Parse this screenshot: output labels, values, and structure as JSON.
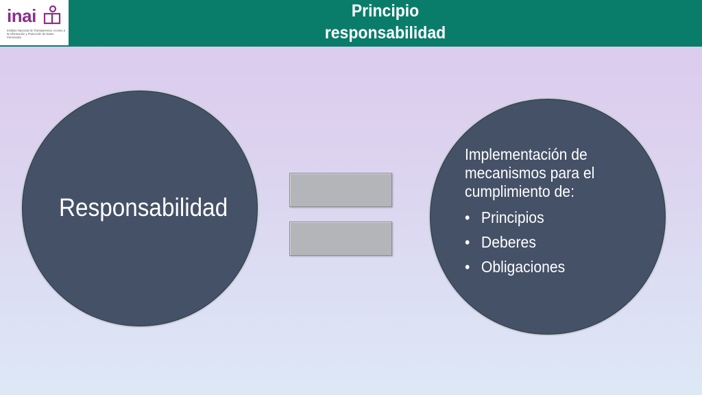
{
  "header": {
    "logo_text": "inai",
    "logo_subtitle": "Instituto Nacional de Transparencia, Acceso a la Información y Protección de Datos Personales",
    "title_line1": "Principio",
    "title_line2": "responsabilidad"
  },
  "diagram": {
    "left_circle": {
      "label": "Responsabilidad"
    },
    "right_circle": {
      "intro": "Implementación de mecanismos para el cumplimiento de:",
      "bullet_char": "•",
      "items": [
        "Principios",
        "Deberes",
        "Obligaciones"
      ]
    }
  },
  "colors": {
    "header": "#0a7d6a",
    "circle_fill": "#455167",
    "equals_bar": "#b3b5b9",
    "logo": "#8a2f8a"
  }
}
